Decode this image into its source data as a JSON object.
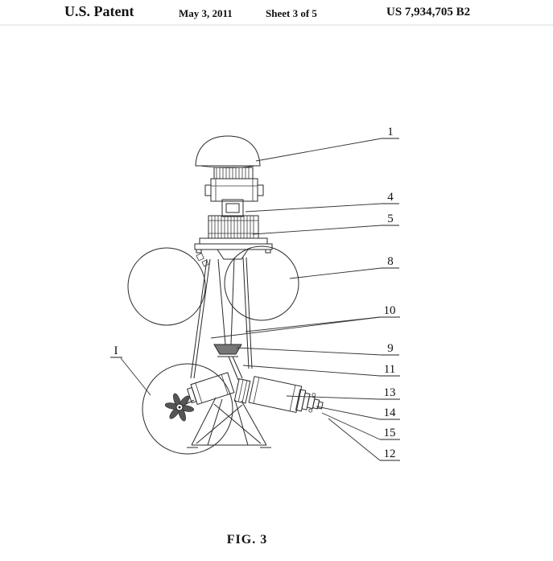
{
  "header": {
    "patent_label": "U.S. Patent",
    "date": "May 3, 2011",
    "sheet": "Sheet 3 of 5",
    "patent_number": "US 7,934,705 B2"
  },
  "figure": {
    "caption": "FIG. 3",
    "part_label": "I",
    "ref_numbers": [
      "1",
      "4",
      "5",
      "8",
      "10",
      "9",
      "11",
      "13",
      "14",
      "15",
      "12"
    ]
  },
  "colors": {
    "ink": "#2a2a2a",
    "paper": "#ffffff"
  }
}
